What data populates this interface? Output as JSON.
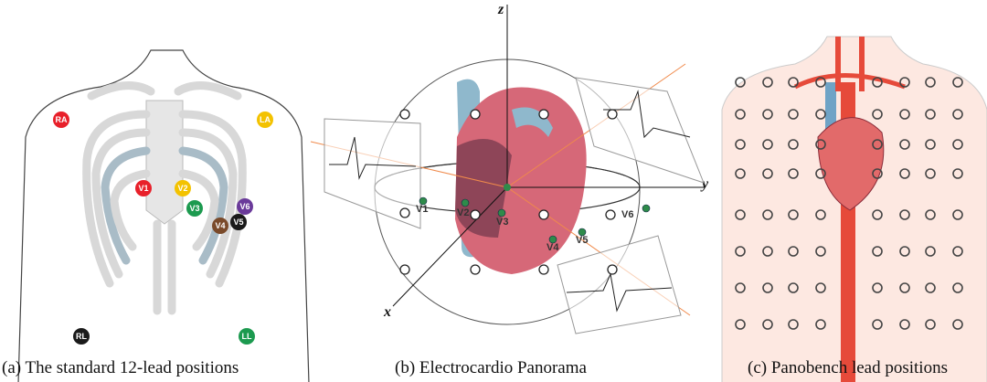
{
  "captions": {
    "a": "(a) The standard 12-lead positions",
    "b": "(b) Electrocardio Panorama",
    "c": "(c) Panobench lead positions"
  },
  "panel_a": {
    "electrodes": [
      {
        "label": "RA",
        "color": "#e8202a"
      },
      {
        "label": "LA",
        "color": "#f3c200"
      },
      {
        "label": "V1",
        "color": "#e8202a"
      },
      {
        "label": "V2",
        "color": "#f3c200"
      },
      {
        "label": "V3",
        "color": "#1c9a4f"
      },
      {
        "label": "V4",
        "color": "#7a4a2a"
      },
      {
        "label": "V5",
        "color": "#1a1a1a"
      },
      {
        "label": "V6",
        "color": "#6a3a9a"
      },
      {
        "label": "RL",
        "color": "#1a1a1a"
      },
      {
        "label": "LL",
        "color": "#1c9a4f"
      }
    ]
  },
  "panel_b": {
    "axes": {
      "x": "x",
      "y": "y",
      "z": "z"
    },
    "leads": [
      "V1",
      "V2",
      "V3",
      "V4",
      "V5",
      "V6"
    ],
    "lead_color": "#2e8b4a",
    "ray_color": "#f08a4b"
  }
}
